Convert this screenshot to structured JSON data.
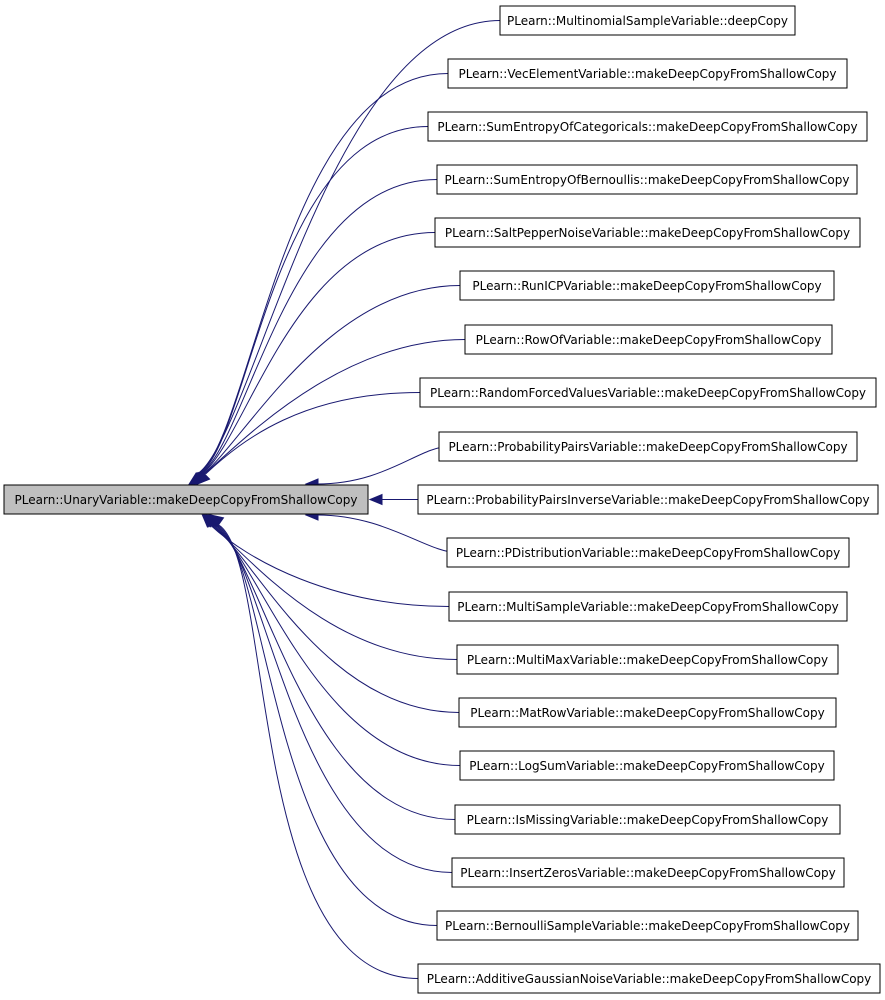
{
  "colors": {
    "edge": "#191970",
    "center_fill": "#bfbfbf",
    "node_fill": "#ffffff",
    "border": "#000000"
  },
  "graph": {
    "center": {
      "label": "PLearn::UnaryVariable::makeDeepCopyFromShallowCopy"
    },
    "callers": [
      {
        "label": "PLearn::MultinomialSampleVariable::deepCopy"
      },
      {
        "label": "PLearn::VecElementVariable::makeDeepCopyFromShallowCopy"
      },
      {
        "label": "PLearn::SumEntropyOfCategoricals::makeDeepCopyFromShallowCopy"
      },
      {
        "label": "PLearn::SumEntropyOfBernoullis::makeDeepCopyFromShallowCopy"
      },
      {
        "label": "PLearn::SaltPepperNoiseVariable::makeDeepCopyFromShallowCopy"
      },
      {
        "label": "PLearn::RunICPVariable::makeDeepCopyFromShallowCopy"
      },
      {
        "label": "PLearn::RowOfVariable::makeDeepCopyFromShallowCopy"
      },
      {
        "label": "PLearn::RandomForcedValuesVariable::makeDeepCopyFromShallowCopy"
      },
      {
        "label": "PLearn::ProbabilityPairsVariable::makeDeepCopyFromShallowCopy"
      },
      {
        "label": "PLearn::ProbabilityPairsInverseVariable::makeDeepCopyFromShallowCopy"
      },
      {
        "label": "PLearn::PDistributionVariable::makeDeepCopyFromShallowCopy"
      },
      {
        "label": "PLearn::MultiSampleVariable::makeDeepCopyFromShallowCopy"
      },
      {
        "label": "PLearn::MultiMaxVariable::makeDeepCopyFromShallowCopy"
      },
      {
        "label": "PLearn::MatRowVariable::makeDeepCopyFromShallowCopy"
      },
      {
        "label": "PLearn::LogSumVariable::makeDeepCopyFromShallowCopy"
      },
      {
        "label": "PLearn::IsMissingVariable::makeDeepCopyFromShallowCopy"
      },
      {
        "label": "PLearn::InsertZerosVariable::makeDeepCopyFromShallowCopy"
      },
      {
        "label": "PLearn::BernoulliSampleVariable::makeDeepCopyFromShallowCopy"
      },
      {
        "label": "PLearn::AdditiveGaussianNoiseVariable::makeDeepCopyFromShallowCopy"
      }
    ]
  }
}
